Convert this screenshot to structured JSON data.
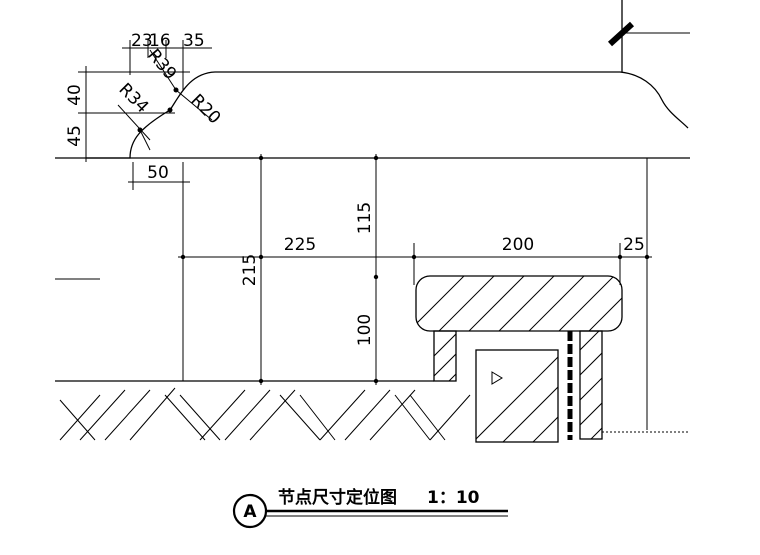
{
  "drawing": {
    "dimensions": {
      "d_23": "23",
      "d_16": "16",
      "d_35": "35",
      "d_40": "40",
      "d_45": "45",
      "d_50": "50",
      "d_225": "225",
      "d_215": "215",
      "d_115": "115",
      "d_100": "100",
      "d_200": "200",
      "d_25": "25"
    },
    "radii": {
      "r39": "R39",
      "r34": "R34",
      "r20": "R20"
    },
    "title_block": {
      "marker": "A",
      "title": "节点尺寸定位图",
      "scale": "1：10"
    }
  }
}
